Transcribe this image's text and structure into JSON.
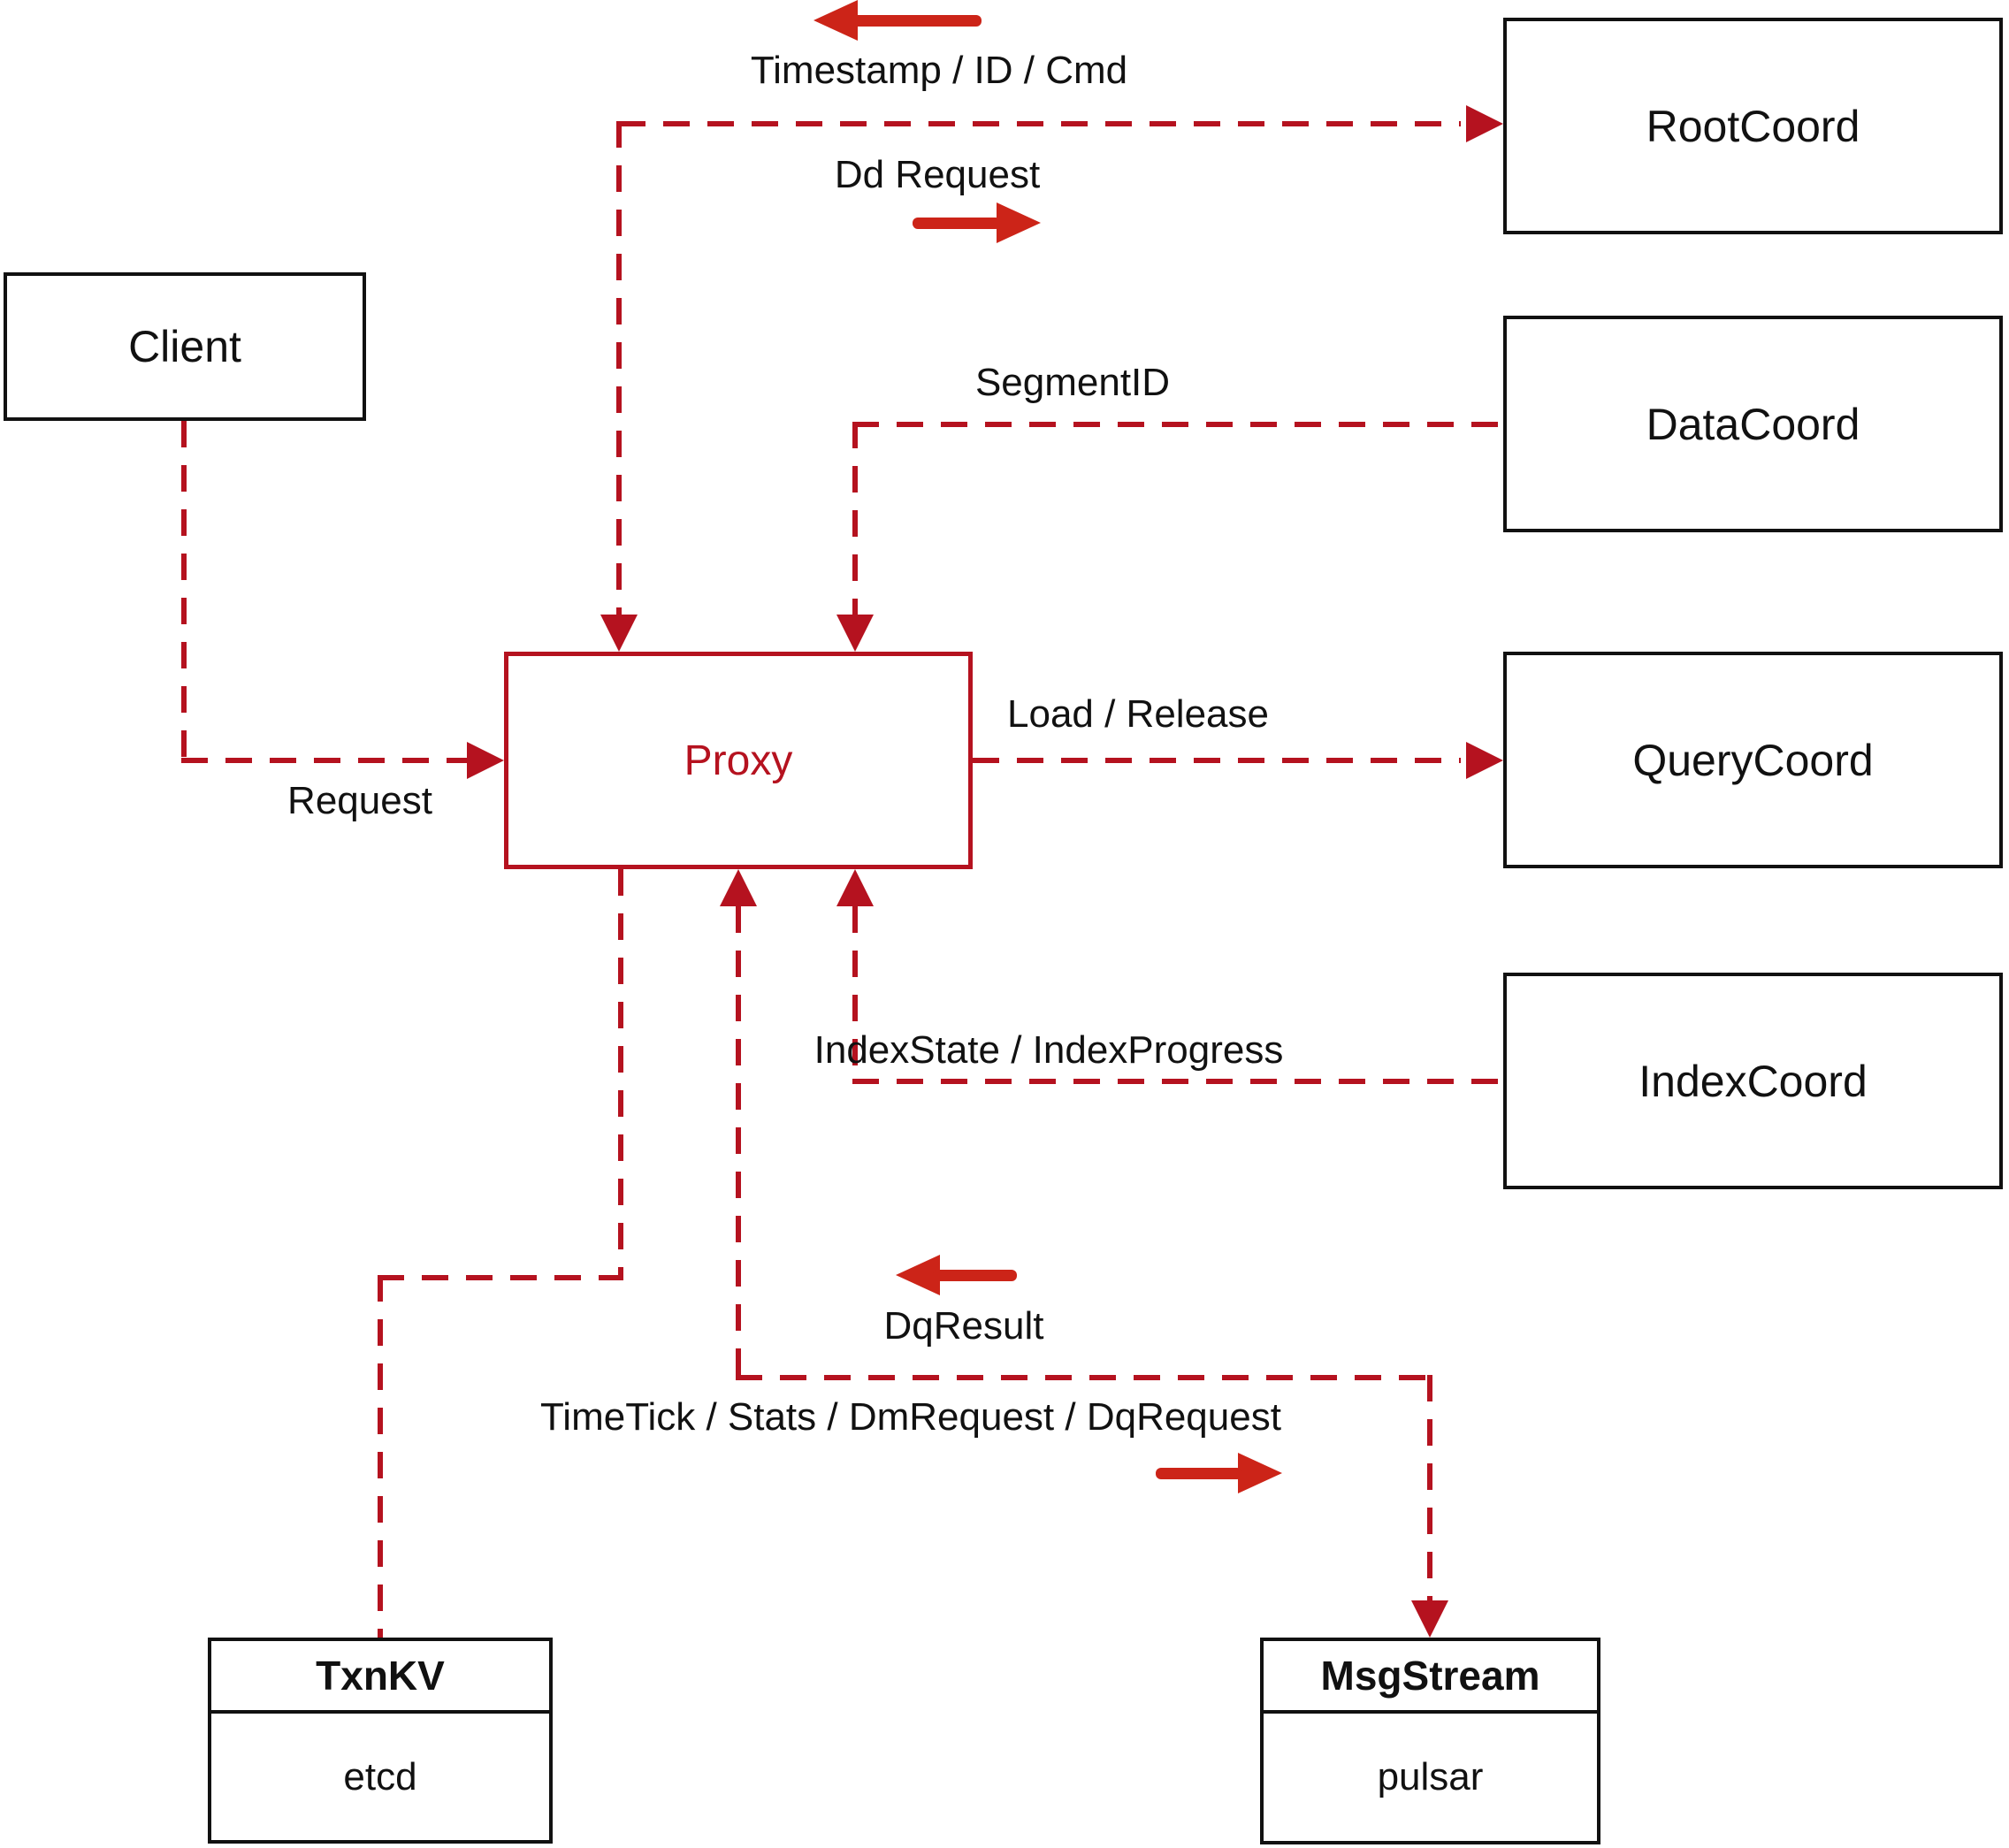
{
  "diagram": {
    "nodes": {
      "client": {
        "label": "Client"
      },
      "proxy": {
        "label": "Proxy"
      },
      "root_coord": {
        "label": "RootCoord"
      },
      "data_coord": {
        "label": "DataCoord"
      },
      "query_coord": {
        "label": "QueryCoord"
      },
      "index_coord": {
        "label": "IndexCoord"
      },
      "txn_kv": {
        "title": "TxnKV",
        "impl": "etcd"
      },
      "msg_stream": {
        "title": "MsgStream",
        "impl": "pulsar"
      }
    },
    "edge_labels": {
      "timestamp_id_cmd": "Timestamp / ID / Cmd",
      "dd_request": "Dd Request",
      "segment_id": "SegmentID",
      "request": "Request",
      "load_release": "Load / Release",
      "index_state": "IndexState / IndexProgress",
      "dq_result": "DqResult",
      "timetick": "TimeTick / Stats / DmRequest / DqRequest"
    },
    "colors": {
      "dashed_line_red": "#b5121f",
      "solid_arrow_red": "#cc2418",
      "box_border_black": "#111111",
      "background": "#ffffff"
    }
  }
}
